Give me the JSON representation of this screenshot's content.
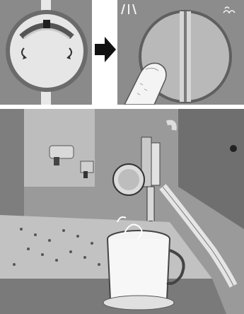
{
  "figure": {
    "panels": [
      {
        "name": "knob-closeup",
        "icons": [
          "rotation-left-icon",
          "rotation-right-icon"
        ]
      },
      {
        "name": "finger-press",
        "icons": [
          "water-drops-icon",
          "steam-icon"
        ]
      },
      {
        "name": "frothing-scene",
        "icons": [
          "milk-jug-icon",
          "steam-wand-icon"
        ]
      }
    ],
    "arrow": "right-arrow-icon",
    "colors": {
      "metal": "#8f8f8f",
      "light": "#d8d8d8",
      "dark": "#2e2e2e",
      "white": "#ffffff"
    }
  }
}
